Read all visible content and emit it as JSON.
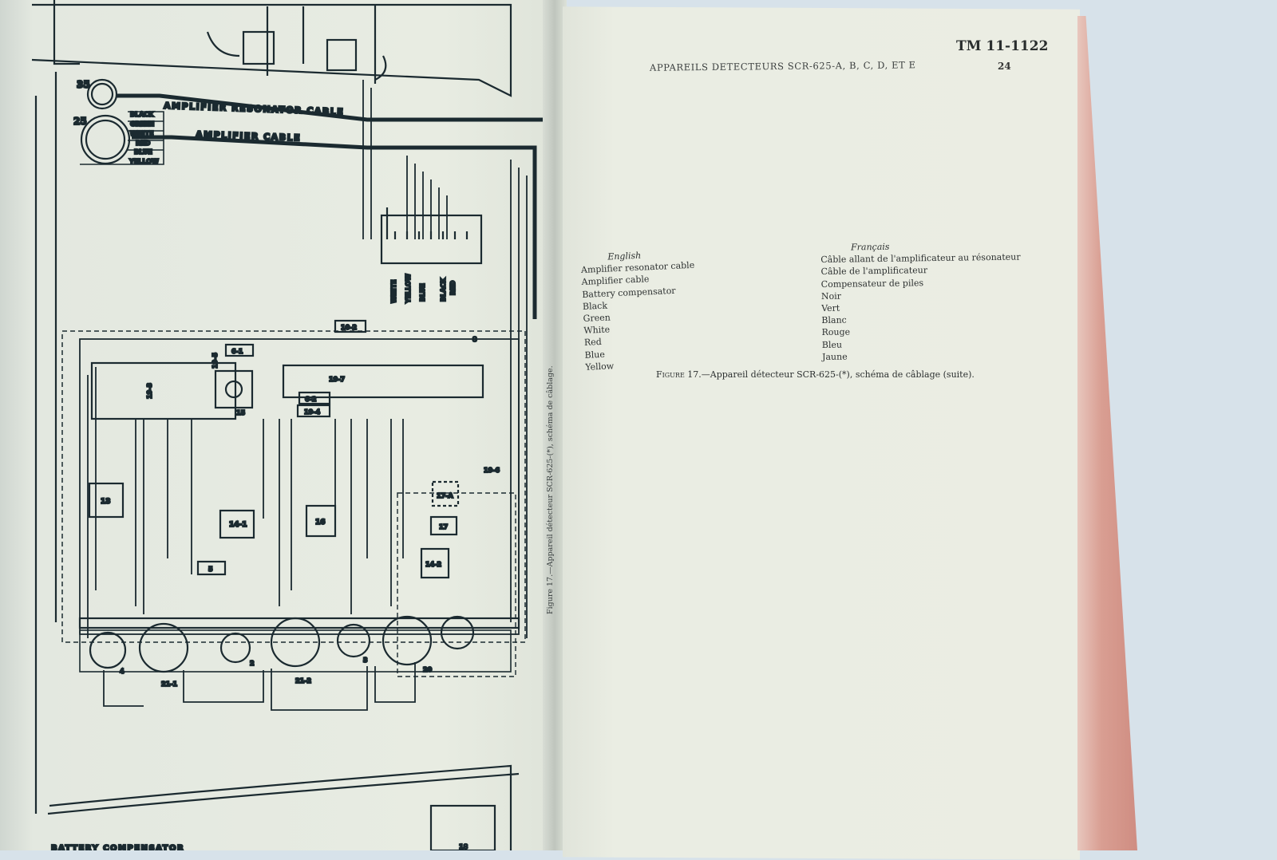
{
  "header": {
    "doc_number": "TM 11-1122",
    "running_title": "APPAREILS DETECTEURS SCR-625-A, B, C, D, ET E",
    "page_number": "24"
  },
  "schematic": {
    "connector_35": "35",
    "connector_25": "25",
    "wire_labels": [
      "BLACK",
      "GREEN",
      "WHITE",
      "RED",
      "BLUE",
      "YELLOW"
    ],
    "amplifier_resonator_cable": "AMPLIFIER RESONATOR CABLE",
    "amplifier_cable": "AMPLIFIER CABLE",
    "terminal_wires": [
      "WHITE",
      "YELLOW",
      "BLUE",
      "BLACK",
      "RED"
    ],
    "parts": {
      "p10_2": "10-2",
      "p6_1": "6-1",
      "p8": "8",
      "p19_3": "19-3",
      "p19_5": "19-5",
      "p15": "15",
      "p19_7": "19-7",
      "p6_2": "6-2",
      "p19_4": "19-4",
      "p19_6": "19-6",
      "p13": "13",
      "p14_1": "14-1",
      "p16": "16",
      "p17a": "17-A",
      "p17": "17",
      "p14_2": "14-2",
      "p5": "5",
      "p4": "4",
      "p21_1": "21-1",
      "p2": "2",
      "p21_2": "21-2",
      "p3": "3",
      "p20": "20",
      "p18": "18"
    },
    "battery_compensator": "BATTERY COMPENSATOR",
    "vertical_caption": "Figure 17.—Appareil détecteur SCR-625-(*), schéma de câblage."
  },
  "legend": {
    "english_head": "English",
    "french_head": "Français",
    "english": [
      "Amplifier resonator cable",
      "Amplifier cable",
      "Battery compensator",
      "Black",
      "Green",
      "White",
      "Red",
      "Blue",
      "Yellow"
    ],
    "french": [
      "Câble allant de l'amplificateur au résonateur",
      "Câble de l'amplificateur",
      "Compensateur de piles",
      "Noir",
      "Vert",
      "Blanc",
      "Rouge",
      "Bleu",
      "Jaune"
    ]
  },
  "caption": {
    "figure_label": "Figure 17.",
    "text": "—Appareil détecteur SCR-625-(*), schéma de câblage (suite)."
  }
}
